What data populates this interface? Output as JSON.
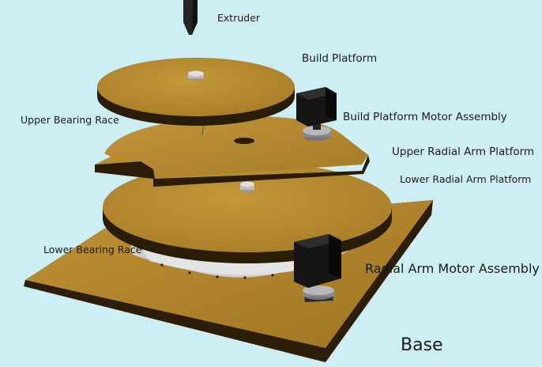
{
  "diagram": {
    "labels": {
      "extruder": "Extruder",
      "build_platform": "Build Platform",
      "upper_bearing_race": "Upper Bearing Race",
      "build_platform_motor_assembly": "Build Platform Motor Assembly",
      "upper_radial_arm_platform": "Upper Radial Arm Platform",
      "lower_radial_arm_platform": "Lower Radial Arm Platform",
      "lower_bearing_race": "Lower Bearing Race",
      "radial_arm_motor_assembly": "Radial Arm Motor Assembly",
      "base": "Base"
    },
    "colors": {
      "background": "#cdeef3",
      "wood_top": "#b58a2c",
      "wood_edge": "#2a1d08",
      "bearing_race": "#e3e3e3",
      "motor_body": "#151515",
      "extruder": "#262626"
    }
  }
}
